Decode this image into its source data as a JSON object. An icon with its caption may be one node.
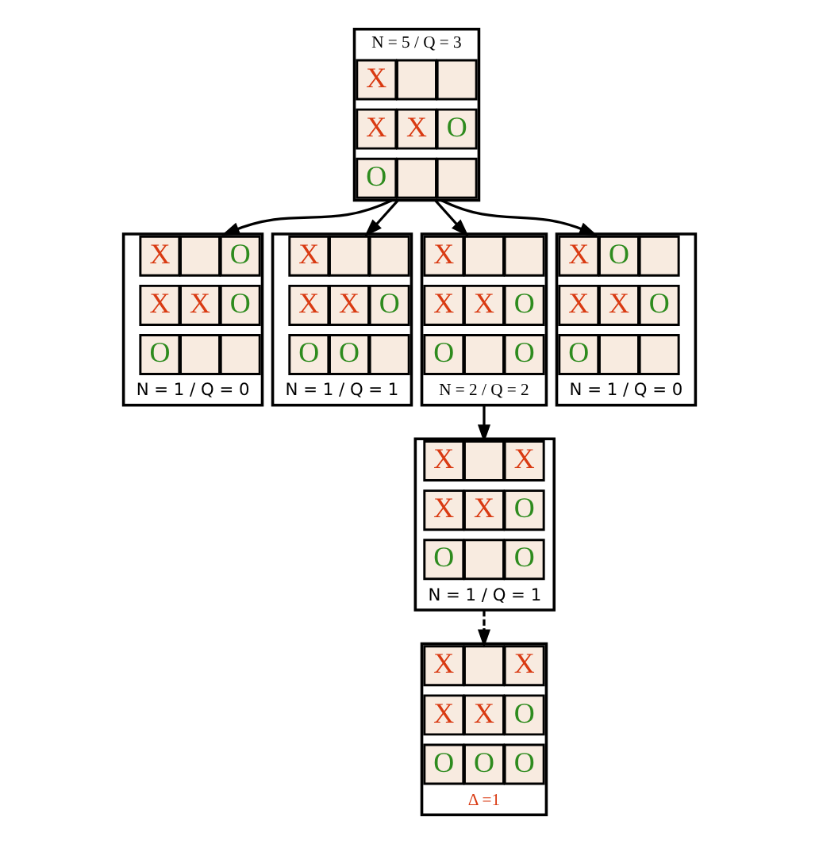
{
  "diagram": {
    "nodes": [
      {
        "text": [],
        "shape": "box",
        "beside": [
          "N = 5 / Q = 3"
        ]
      },
      {
        "text": [
          "X"
        ],
        "in": 0
      },
      {
        "text": [],
        "shape": "box",
        "in": 0
      },
      {
        "text": [],
        "shape": "box",
        "in": 0
      },
      {
        "text": [
          "X"
        ],
        "in": 0
      },
      {
        "text": [
          "X"
        ],
        "in": 0
      },
      {
        "text": [
          "O"
        ],
        "in": 0
      },
      {
        "text": [
          "O"
        ],
        "in": 0
      },
      {
        "text": [],
        "shape": "box",
        "in": 0
      },
      {
        "text": [],
        "shape": "box",
        "in": 0
      },
      {
        "text": [],
        "shape": "box",
        "beside": [
          "N = 1 / Q = 0"
        ]
      },
      {
        "text": [
          "X"
        ],
        "in": 10
      },
      {
        "text": [],
        "shape": "box",
        "in": 10
      },
      {
        "text": [
          "O"
        ],
        "in": 10
      },
      {
        "text": [
          "X"
        ],
        "in": 10
      },
      {
        "text": [
          "X"
        ],
        "in": 10
      },
      {
        "text": [
          "O"
        ],
        "in": 10
      },
      {
        "text": [
          "O"
        ],
        "in": 10
      },
      {
        "text": [],
        "shape": "box",
        "in": 10
      },
      {
        "text": [],
        "shape": "box",
        "in": 10
      },
      {
        "text": [],
        "shape": "box",
        "beside": [
          "N = 1 / Q = 1"
        ]
      },
      {
        "text": [
          "X"
        ],
        "in": 20
      },
      {
        "text": [],
        "shape": "box",
        "in": 20
      },
      {
        "text": [],
        "shape": "box",
        "in": 20
      },
      {
        "text": [
          "X"
        ],
        "in": 20
      },
      {
        "text": [
          "X"
        ],
        "in": 20
      },
      {
        "text": [
          "O"
        ],
        "in": 20
      },
      {
        "text": [
          "O"
        ],
        "in": 20
      },
      {
        "text": [
          "O"
        ],
        "in": 20
      },
      {
        "text": [],
        "shape": "box",
        "in": 20
      },
      {
        "text": [],
        "shape": "box",
        "beside": [
          "N = 2 / Q = 2"
        ]
      },
      {
        "text": [
          "X"
        ],
        "in": 30
      },
      {
        "text": [],
        "shape": "box",
        "in": 30
      },
      {
        "text": [],
        "shape": "box",
        "in": 30
      },
      {
        "text": [
          "X"
        ],
        "in": 30
      },
      {
        "text": [
          "X"
        ],
        "in": 30
      },
      {
        "text": [
          "O"
        ],
        "in": 30
      },
      {
        "text": [
          "O"
        ],
        "in": 30
      },
      {
        "text": [],
        "shape": "box",
        "in": 30
      },
      {
        "text": [
          "O"
        ],
        "in": 30
      },
      {
        "text": [],
        "shape": "box",
        "beside": [
          "N = 1 / Q = 0"
        ]
      },
      {
        "text": [
          "X"
        ],
        "in": 40
      },
      {
        "text": [
          "O"
        ],
        "in": 40
      },
      {
        "text": [],
        "shape": "box",
        "in": 40
      },
      {
        "text": [
          "X"
        ],
        "in": 40
      },
      {
        "text": [
          "X"
        ],
        "in": 40
      },
      {
        "text": [
          "O"
        ],
        "in": 40
      },
      {
        "text": [
          "O"
        ],
        "in": 40
      },
      {
        "text": [],
        "shape": "box",
        "in": 40
      },
      {
        "text": [],
        "shape": "box",
        "in": 40
      },
      {
        "text": [],
        "shape": "box",
        "beside": [
          "N = 1 / Q = 1"
        ]
      },
      {
        "text": [
          "X"
        ],
        "in": 50
      },
      {
        "text": [],
        "shape": "box",
        "in": 50
      },
      {
        "text": [
          "X"
        ],
        "in": 50
      },
      {
        "text": [
          "X"
        ],
        "in": 50
      },
      {
        "text": [
          "X"
        ],
        "in": 50
      },
      {
        "text": [
          "O"
        ],
        "in": 50
      },
      {
        "text": [
          "O"
        ],
        "in": 50
      },
      {
        "text": [],
        "shape": "box",
        "in": 50
      },
      {
        "text": [
          "O"
        ],
        "in": 50
      },
      {
        "text": [],
        "shape": "box",
        "beside": [
          "Δ =1"
        ]
      },
      {
        "text": [
          "X"
        ],
        "in": 60
      },
      {
        "text": [],
        "shape": "box",
        "in": 60
      },
      {
        "text": [
          "X"
        ],
        "in": 60
      },
      {
        "text": [
          "X"
        ],
        "in": 60
      },
      {
        "text": [
          "X"
        ],
        "in": 60
      },
      {
        "text": [
          "O"
        ],
        "in": 60
      },
      {
        "text": [
          "O"
        ],
        "in": 60
      },
      {
        "text": [
          "O"
        ],
        "in": 60
      },
      {
        "text": [
          "O"
        ],
        "in": 60
      }
    ],
    "edges": [
      {
        "from": 0,
        "to": 10,
        "arrow": "to"
      },
      {
        "from": 0,
        "to": 20,
        "arrow": "to"
      },
      {
        "from": 0,
        "to": 30,
        "arrow": "to"
      },
      {
        "from": 0,
        "to": 40,
        "arrow": "to"
      },
      {
        "from": 30,
        "to": 50,
        "arrow": "to"
      },
      {
        "from": 50,
        "to": 60,
        "arrow": "to",
        "style": "dashed"
      }
    ]
  }
}
